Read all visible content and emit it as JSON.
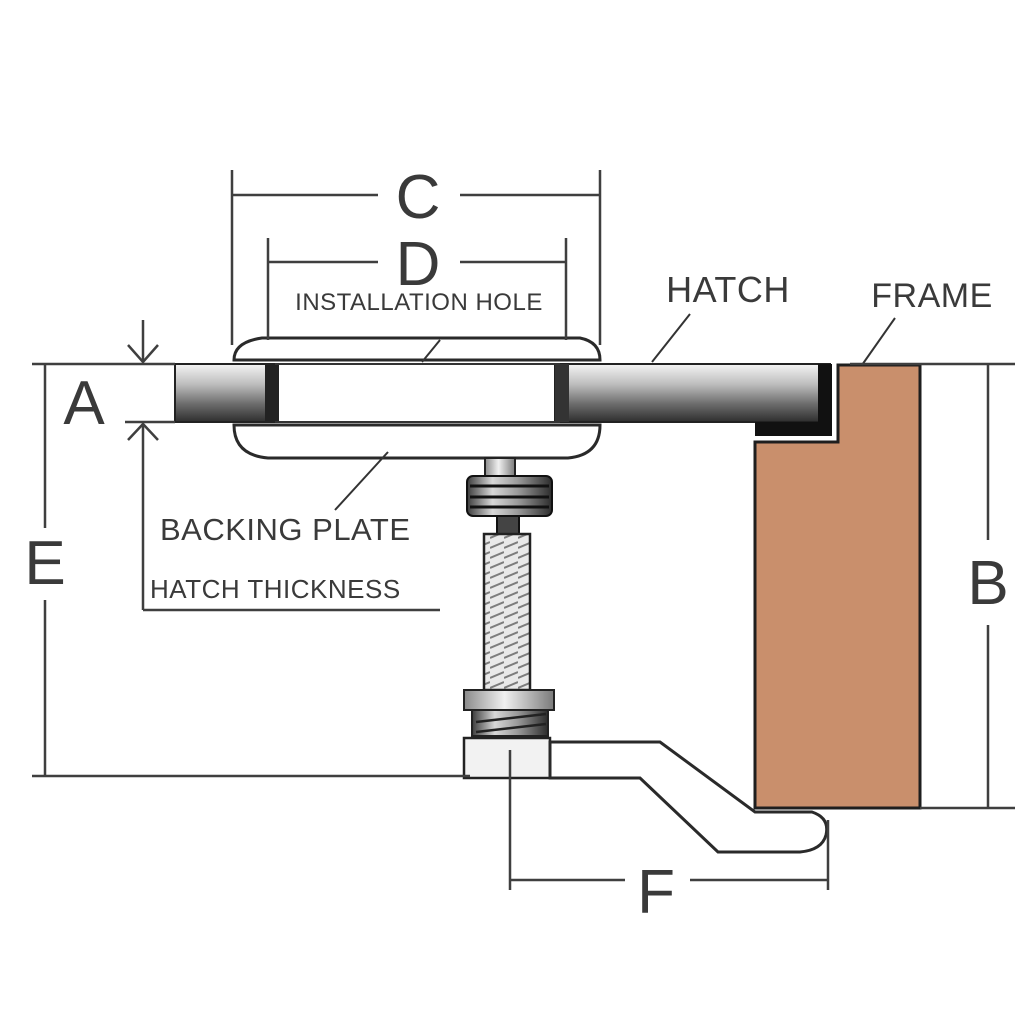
{
  "dimensions": {
    "a": "A",
    "b": "B",
    "c": "C",
    "d": "D",
    "e": "E",
    "f": "F"
  },
  "labels": {
    "installation_hole": "INSTALLATION HOLE",
    "hatch": "HATCH",
    "frame": "FRAME",
    "backing_plate": "BACKING PLATE",
    "hatch_thickness": "HATCH THICKNESS"
  },
  "colors": {
    "frame_wood": "#c98f6c",
    "hatch_steel_light": "#e6e6e6",
    "hatch_steel_dark": "#4a4a4a",
    "line": "#3a3a3a"
  }
}
